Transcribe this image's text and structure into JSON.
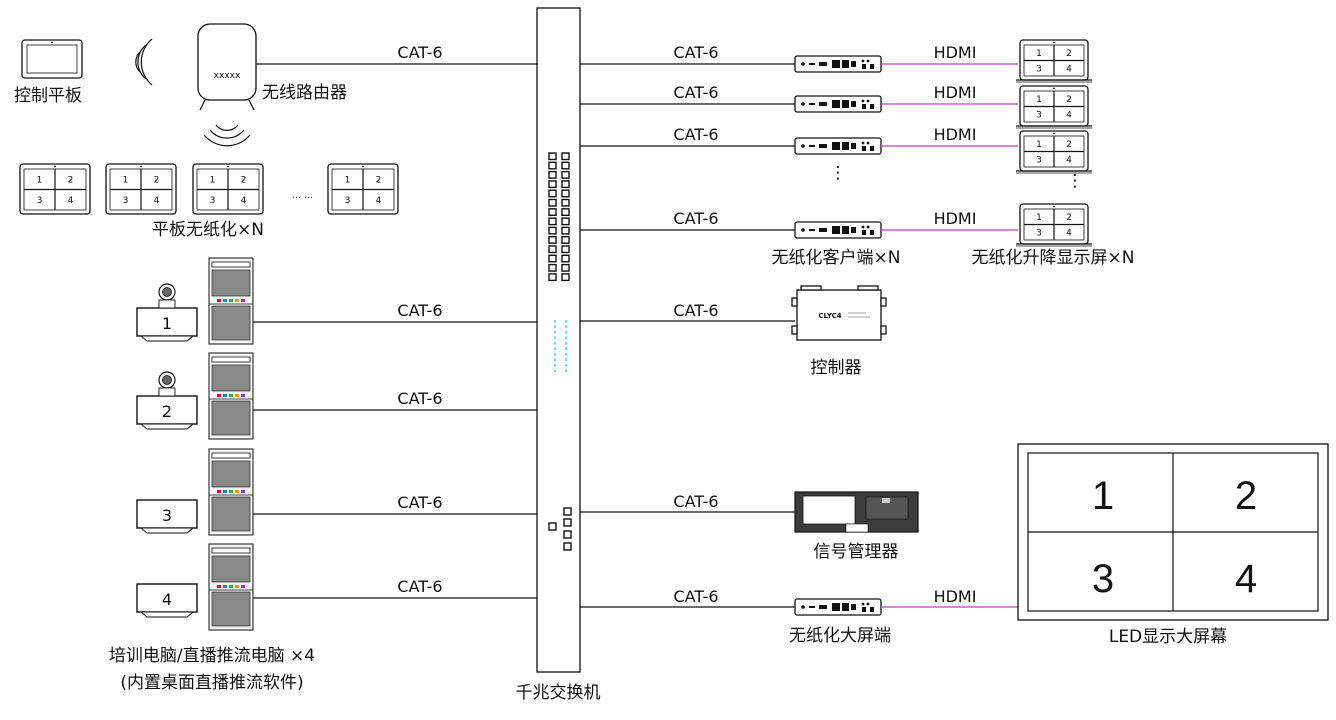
{
  "labels": {
    "tablet_ctrl": "控制平板",
    "router": "无线路由器",
    "router_text": "xxxxx",
    "paperless_tablet": "平板无纸化×N",
    "ellipsis_h": "… …",
    "switch": "千兆交换机",
    "client": "无纸化客户端×N",
    "lift_screen": "无纸化升降显示屏×N",
    "controller": "控制器",
    "controller_brand": "CLYC4",
    "signal_mgr": "信号管理器",
    "big_screen_end": "无纸化大屏端",
    "led": "LED显示大屏幕",
    "pc_line1": "培训电脑/直播推流电脑 ×4",
    "pc_line2": "(内置桌面直播推流软件)",
    "vdots": "⋮"
  },
  "cables": {
    "cat6": "CAT-6",
    "hdmi": "HDMI"
  },
  "quad": [
    "1",
    "2",
    "3",
    "4"
  ],
  "pcs": [
    "1",
    "2",
    "3",
    "4"
  ],
  "led_cells": [
    "1",
    "2",
    "3",
    "4"
  ]
}
